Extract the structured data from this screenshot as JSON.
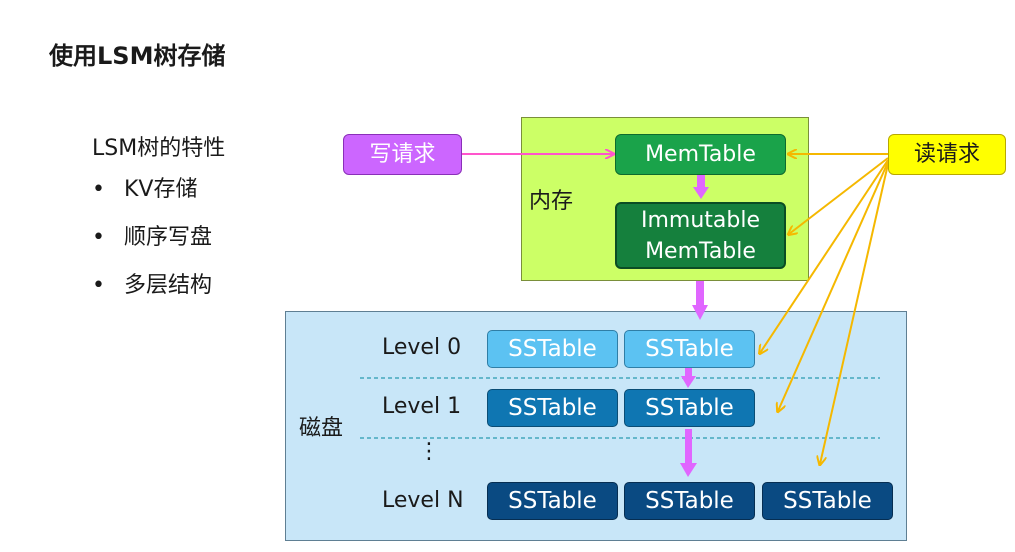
{
  "title": "使用LSM树存储",
  "subhead": "LSM树的特性",
  "bullet_marker": "•",
  "bullets": [
    "KV存储",
    "顺序写盘",
    "多层结构"
  ],
  "write_request": "写请求",
  "read_request": "读请求",
  "memory": {
    "label": "内存",
    "memtable": "MemTable",
    "immutable_line1": "Immutable",
    "immutable_line2": "MemTable"
  },
  "disk": {
    "label": "磁盘",
    "ellipsis": "⋮",
    "levels": [
      {
        "label": "Level 0",
        "tables": [
          "SSTable",
          "SSTable"
        ]
      },
      {
        "label": "Level 1",
        "tables": [
          "SSTable",
          "SSTable"
        ]
      },
      {
        "label": "Level N",
        "tables": [
          "SSTable",
          "SSTable",
          "SSTable"
        ]
      }
    ]
  },
  "colors": {
    "memory_region": "#ccff66",
    "disk_region": "#c8e6f8",
    "memtable": "#1aa34a",
    "immutable_memtable": "#15803d",
    "sstable_level0": "#5cc2f2",
    "sstable_level1": "#0f76b2",
    "sstable_levelN": "#0a4a82",
    "write_request": "#cc66ff",
    "read_request": "#ffff00",
    "flow_arrow": "#e066ff",
    "read_arrow": "#f5b800",
    "write_arrow": "#ff55cc"
  }
}
